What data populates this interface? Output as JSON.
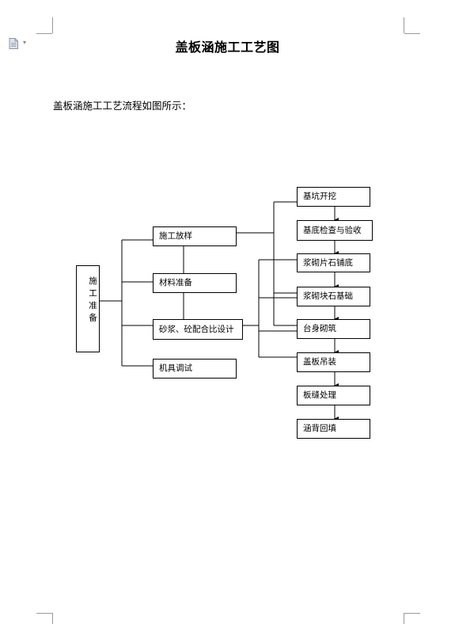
{
  "page": {
    "title": "盖板涵施工工艺图",
    "intro": "盖板涵施工工艺流程如图所示："
  },
  "flowchart": {
    "prep": {
      "label": "施工准备",
      "items": [
        "施工放样",
        "材料准备",
        "砂浆、砼配合比设计",
        "机具调试"
      ]
    },
    "steps": [
      "基坑开挖",
      "基底检查与验收",
      "浆砌片石铺底",
      "浆砌块石基础",
      "台身砌筑",
      "盖板吊装",
      "板缝处理",
      "涵背回填"
    ]
  },
  "icons": {
    "document": "document-icon",
    "caret": "dropdown-caret-icon"
  }
}
